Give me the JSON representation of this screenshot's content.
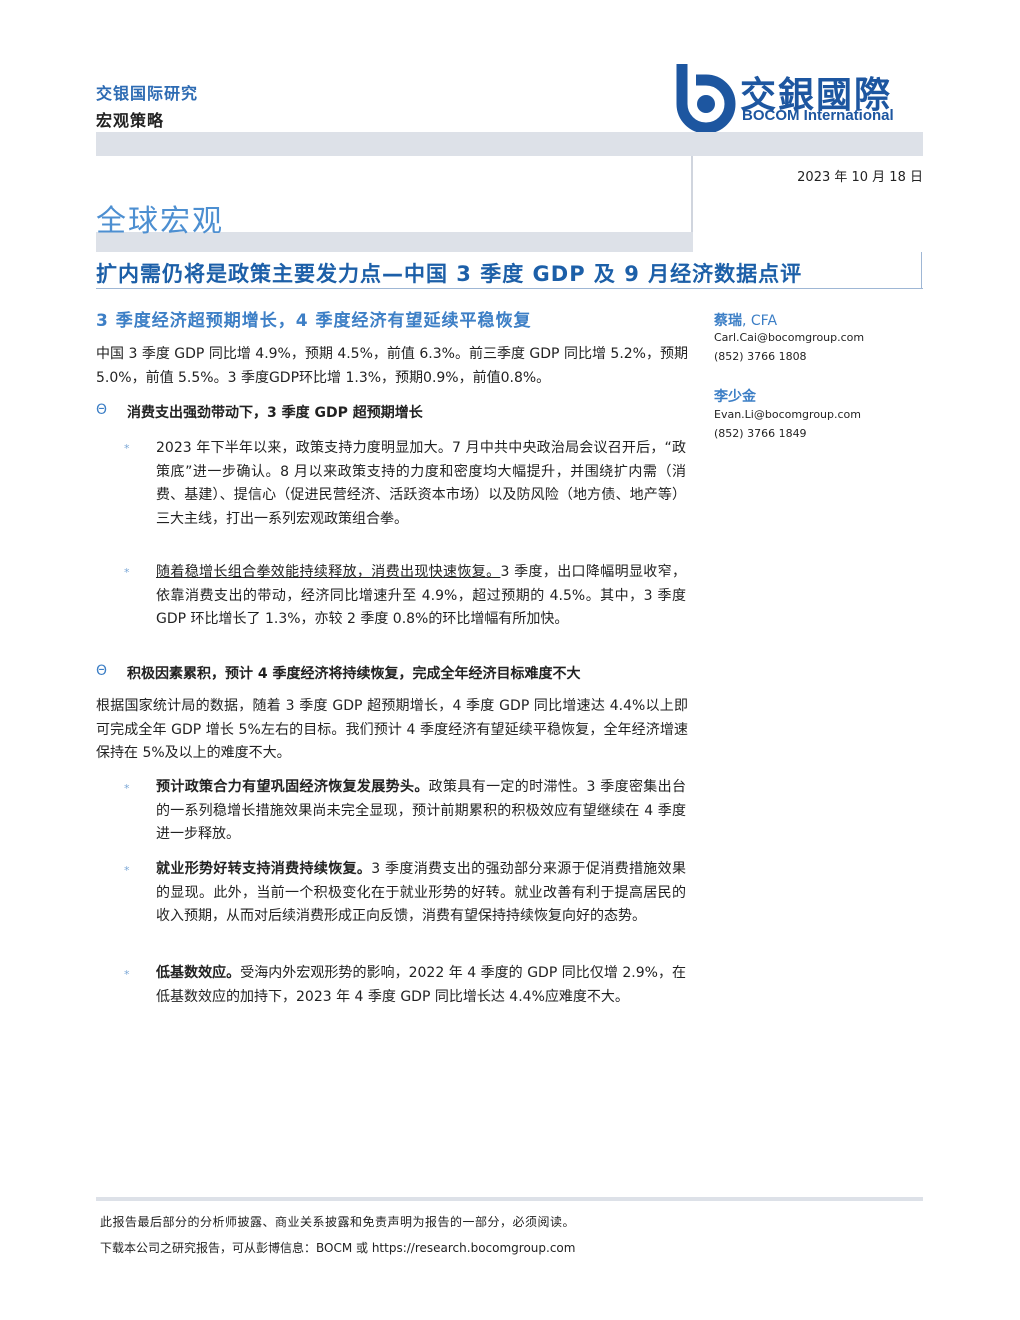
{
  "header": {
    "org": "交银国际研究",
    "report_type": "宏观策略",
    "logo_cn": "交銀國際",
    "logo_en": "BOCOM International",
    "date": "2023 年 10 月 18 日",
    "section": "全球宏观",
    "title": "扩内需仍将是政策主要发力点—中国 3 季度 GDP 及 9 月经济数据点评"
  },
  "body": {
    "subtitle": "3 季度经济超预期增长，4 季度经济有望延续平稳恢复",
    "p1": "中国 3 季度 GDP 同比增 4.9%，预期 4.5%，前值 6.3%。前三季度 GDP 同比增 5.2%，预期5.0%，前值 5.5%。3 季度GDP环比增 1.3%，预期0.9%，前值0.8%。",
    "bullet_icon": "Θ",
    "star_icon": "*",
    "heading1": "消费支出强劲带动下，3 季度 GDP 超预期增长",
    "b1": "2023 年下半年以来，政策支持力度明显加大。7 月中共中央政治局会议召开后，“政策底”进一步确认。8 月以来政策支持的力度和密度均大幅提升，并围绕扩内需（消费、基建）、提信心（促进民营经济、活跃资本市场）以及防风险（地方债、地产等）三大主线，打出一系列宏观政策组合拳。",
    "b2_lead": "随着稳增长组合拳效能持续释放，消费出现快速恢复。",
    "b2_rest": "3 季度，出口降幅明显收窄，依靠消费支出的带动，经济同比增速升至 4.9%，超过预期的 4.5%。其中，3 季度 GDP 环比增长了 1.3%，亦较 2 季度 0.8%的环比增幅有所加快。",
    "heading2": "积极因素累积，预计 4 季度经济将持续恢复，完成全年经济目标难度不大",
    "p2": "根据国家统计局的数据，随着 3 季度 GDP 超预期增长，4 季度 GDP 同比增速达 4.4%以上即可完成全年 GDP 增长 5%左右的目标。我们预计 4 季度经济有望延续平稳恢复，全年经济增速保持在 5%及以上的难度不大。",
    "b3_lead": "预计政策合力有望巩固经济恢复发展势头。",
    "b3_rest": "政策具有一定的时滞性。3 季度密集出台的一系列稳增长措施效果尚未完全显现，预计前期累积的积极效应有望继续在 4 季度进一步释放。",
    "b4_lead": "就业形势好转支持消费持续恢复。",
    "b4_rest": "3 季度消费支出的强劲部分来源于促消费措施效果的显现。此外，当前一个积极变化在于就业形势的好转。就业改善有利于提高居民的收入预期，从而对后续消费形成正向反馈，消费有望保持持续恢复向好的态势。",
    "b5_lead": "低基数效应。",
    "b5_rest": "受海内外宏观形势的影响，2022 年 4 季度的 GDP 同比仅增 2.9%，在低基数效应的加持下，2023 年 4 季度 GDP 同比增长达 4.4%应难度不大。"
  },
  "authors": [
    {
      "name": "蔡瑞",
      "suffix": ", CFA",
      "email": "Carl.Cai@bocomgroup.com",
      "phone": "(852) 3766 1808"
    },
    {
      "name": "李少金",
      "suffix": "",
      "email": "Evan.Li@bocomgroup.com",
      "phone": "(852) 3766 1849"
    }
  ],
  "footer": {
    "disclaimer": "此报告最后部分的分析师披露、商业关系披露和免责声明为报告的一部分，必须阅读。",
    "download": "下载本公司之研究报告，可从彭博信息：BOCM 或 https://research.bocomgroup.com"
  },
  "colors": {
    "brand_blue": "#1d56a0",
    "accent_blue": "#3d7fc6",
    "band_gray": "#dde1e8"
  }
}
